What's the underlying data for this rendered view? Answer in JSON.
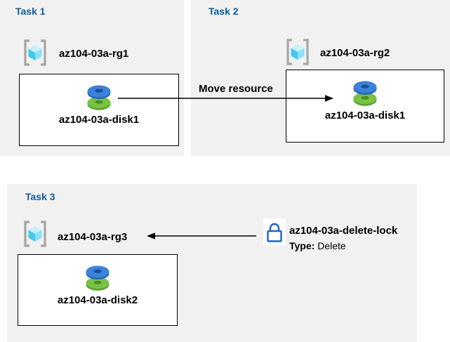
{
  "tasks": [
    {
      "title": "Task 1",
      "resource_group": "az104-03a-rg1",
      "resource": "az104-03a-disk1"
    },
    {
      "title": "Task 2",
      "resource_group": "az104-03a-rg2",
      "resource": "az104-03a-disk1"
    },
    {
      "title": "Task 3",
      "resource_group": "az104-03a-rg3",
      "resource": "az104-03a-disk2"
    }
  ],
  "connections": {
    "move_label": "Move resource"
  },
  "lock": {
    "name": "az104-03a-delete-lock",
    "type_label": "Type:",
    "type_value": "Delete"
  },
  "icons": {
    "resource_group": "resource-group-icon",
    "disk": "disk-icon",
    "lock": "lock-icon"
  },
  "colors": {
    "panel_bg": "#f1f1f1",
    "title_blue": "#0d5a9d",
    "lock_blue": "#1f64c8",
    "disk_blue": "#3b82d8",
    "disk_green": "#79c144",
    "cube_cyan": "#44c8ea",
    "bracket_gray": "#a5a5a5",
    "arrow_black": "#000000"
  }
}
